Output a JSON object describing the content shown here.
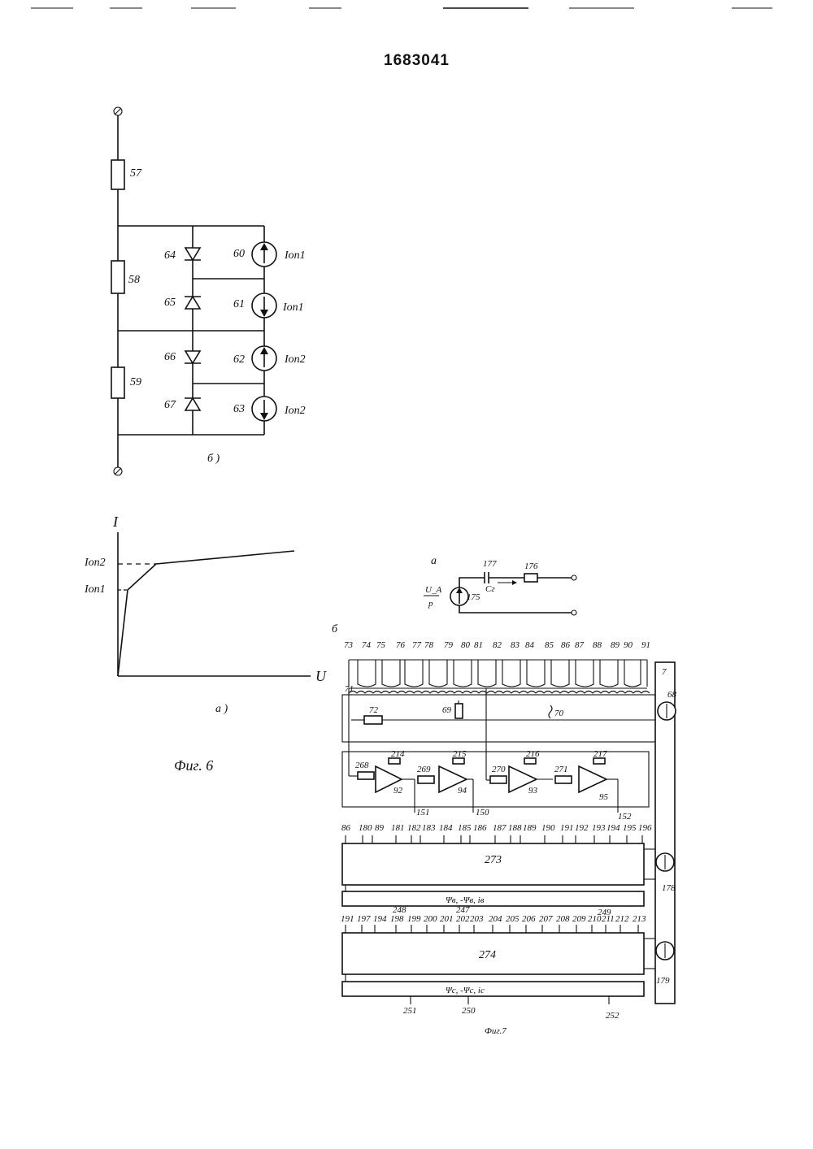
{
  "header": {
    "patent_number": "1683041"
  },
  "fig6b": {
    "caption": "б )",
    "resistors": [
      "57",
      "58",
      "59"
    ],
    "zeners": [
      "64",
      "65",
      "66",
      "67"
    ],
    "sources": [
      {
        "num": "60",
        "label": "Iоп1"
      },
      {
        "num": "61",
        "label": "Iоп1"
      },
      {
        "num": "62",
        "label": "Iоп2"
      },
      {
        "num": "63",
        "label": "Iоп2"
      }
    ]
  },
  "fig6a": {
    "caption": "а )",
    "y_axis": "I",
    "x_axis": "U",
    "level_high": "Iоп2",
    "level_low": "Iоп1"
  },
  "fig6_title": "Фиг. 6",
  "fig7a": {
    "caption": "а",
    "source_label_top": "U_A",
    "source_label_bottom": "p",
    "source_num": "175",
    "capacitor_num": "177",
    "resistor_num": "176",
    "current_label": "Cг"
  },
  "fig7b": {
    "caption": "б",
    "top_taps": [
      "73",
      "74",
      "75",
      "76",
      "77",
      "78",
      "79",
      "80",
      "81",
      "82",
      "83",
      "84",
      "85",
      "86",
      "87",
      "88",
      "89",
      "90",
      "91"
    ],
    "block_7": "7",
    "source_68": "68",
    "r72": "72",
    "r69": "69",
    "r70": "70",
    "node_71": "71",
    "amp_inputs": [
      "268",
      "214",
      "269",
      "215",
      "270",
      "216",
      "271",
      "217"
    ],
    "amps": [
      "92",
      "94",
      "93",
      "95"
    ],
    "amp_outputs": [
      "151",
      "150",
      "152"
    ],
    "row1_labels": [
      "86",
      "180",
      "89",
      "181",
      "182",
      "183",
      "184",
      "185",
      "186",
      "187",
      "188",
      "189",
      "190",
      "191",
      "192",
      "193",
      "194",
      "195",
      "196"
    ],
    "block_273": "273",
    "source_178": "178",
    "bus1": "Ψв, -Ψв, iв",
    "row2_labels": [
      "191",
      "197",
      "194",
      "198",
      "199",
      "200",
      "201",
      "202",
      "203",
      "204",
      "205",
      "206",
      "207",
      "208",
      "209",
      "210",
      "211",
      "212",
      "213"
    ],
    "marks_248": "248",
    "marks_247": "247",
    "marks_249": "249",
    "block_274": "274",
    "source_179": "179",
    "bus2": "Ψс, -Ψс, iс",
    "outputs": [
      "251",
      "250",
      "252"
    ]
  },
  "fig7_title": "Фиг.7"
}
